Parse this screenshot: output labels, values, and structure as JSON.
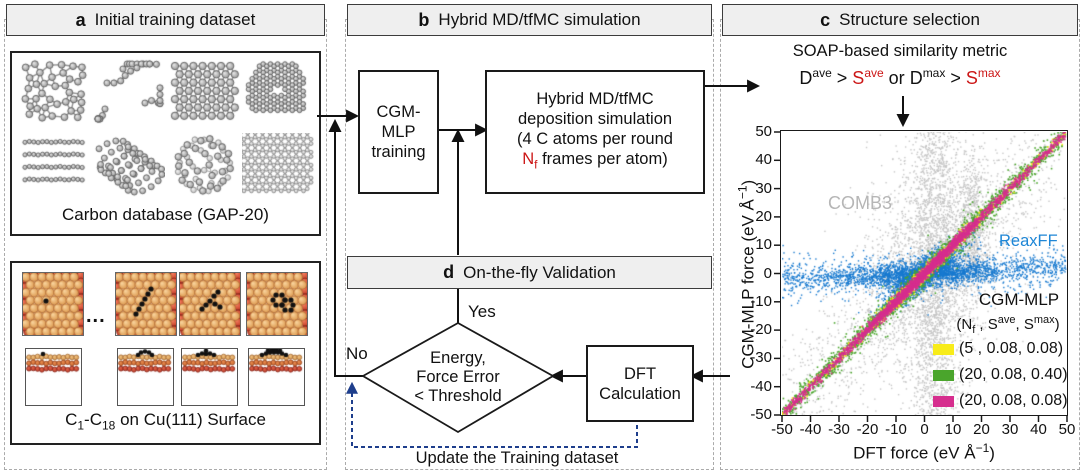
{
  "colors": {
    "red_text": "#cc1616",
    "navy_dashed": "#1e3e8c",
    "header_bg": "#efefef",
    "cu_tan": "#e8b36b",
    "cu_orange": "#de7d3e",
    "cu_red": "#cc4a33"
  },
  "panel_a": {
    "tag": "a",
    "title": "Initial training dataset",
    "carbon_box": {
      "caption": "Carbon database (GAP-20)",
      "structures": [
        "amorphous-carbon",
        "branched-chains",
        "diamond-lattice",
        "porous-ring",
        "linear-chains",
        "nanotube",
        "fullerene",
        "graphene-sheet"
      ]
    },
    "cu_box": {
      "ellipsis": "...",
      "adsorbates": [
        "monomer",
        "dimer-chain",
        "branched-cluster",
        "ring-cluster"
      ],
      "caption": {
        "c1": "C",
        "s1": "1",
        "mid": "-C",
        "s18": "18",
        "rest": " on Cu(111) Surface"
      }
    }
  },
  "panel_b": {
    "tag": "b",
    "title": "Hybrid MD/tfMC simulation",
    "cgm_box": {
      "l1": "CGM-",
      "l2": "MLP",
      "l3": "training"
    },
    "dep_box": {
      "l1": "Hybrid MD/tfMC",
      "l2": "deposition simulation",
      "l3": "(4 C atoms per round",
      "l4n": "N",
      "l4f": "f",
      "l4rest": " frames per atom)"
    },
    "d_tag": "d",
    "d_title": "On-the-fly Validation",
    "diamond": {
      "l1": "Energy,",
      "l2": "Force Error",
      "l3": "< Threshold"
    },
    "dft_box": {
      "l1": "DFT",
      "l2": "Calculation"
    },
    "yes": "Yes",
    "no": "No",
    "update_label": "Update the Training dataset"
  },
  "panel_c": {
    "tag": "c",
    "title": "Structure selection",
    "soap_label": "SOAP-based similarity metric",
    "formula": {
      "d1": "D",
      "sup1": "ave",
      "gt1": " > ",
      "s1": "S",
      "sup2": "ave",
      "or": " or ",
      "d2": "D",
      "sup3": "max",
      "gt2": " > ",
      "s2": "S",
      "sup4": "max"
    }
  },
  "chart_data": {
    "type": "scatter",
    "title": "",
    "xlabel": "DFT force (eV Å−1)",
    "ylabel": "CGM-MLP force (eV Å−1)",
    "xlabel_parts": {
      "pre": "DFT force (eV Å",
      "sup": "−1",
      "post": ")"
    },
    "ylabel_parts": {
      "pre": "CGM-MLP force (eV Å",
      "sup": "−1",
      "post": ")"
    },
    "xlim": [
      -50,
      50
    ],
    "ylim": [
      -50,
      50
    ],
    "xticks": [
      -50,
      -40,
      -30,
      -20,
      -10,
      0,
      10,
      20,
      30,
      40,
      50
    ],
    "yticks": [
      50,
      40,
      30,
      20,
      10,
      0,
      -10,
      -20,
      -30,
      -40,
      -50
    ],
    "grid": false,
    "series": [
      {
        "name": "COMB3",
        "color": "#c6c6c6",
        "label_color": "#b6b6b6",
        "n": 5200,
        "size": 1.4,
        "description": "reference potential, very broad scatter vs DFT force",
        "components": [
          {
            "w": 0.36,
            "mode": "xy",
            "x": [
              "n",
              3.5,
              4.5
            ],
            "y": [
              "u",
              -51,
              51
            ]
          },
          {
            "w": 0.13,
            "mode": "xy",
            "x": [
              "n",
              16.5,
              2.6
            ],
            "y": [
              "n",
              15,
              13
            ]
          },
          {
            "w": 0.27,
            "mode": "xy",
            "x": [
              "n",
              2,
              12
            ],
            "y": [
              "n",
              2,
              19
            ]
          },
          {
            "w": 0.24,
            "mode": "diag",
            "t": [
              "u",
              -49,
              49
            ],
            "sx": 7,
            "sy": 11
          }
        ]
      },
      {
        "name": "ReaxFF",
        "color": "#1779cf",
        "label_color": "#1e86d6",
        "n": 4200,
        "size": 1.4,
        "description": "reference potential, flat band near zero predicted force",
        "components": [
          {
            "w": 0.5,
            "mode": "tilt",
            "x": [
              "mix",
              [
                "n",
                0,
                13
              ],
              [
                "u",
                -50,
                50
              ],
              0.65
            ],
            "slope": 0.05,
            "sy": 2.0
          },
          {
            "w": 0.2,
            "mode": "tilt",
            "x": [
              "u",
              -50,
              50
            ],
            "slope": 0.03,
            "sy": 3.8
          },
          {
            "w": 0.3,
            "mode": "diag",
            "t": [
              "n",
              0,
              6.5
            ],
            "sx": 2,
            "ys": 0.75,
            "sy": 2.5
          }
        ]
      },
      {
        "name": "CGM-MLP (20, 0.08, 0.40)",
        "color": "#4aa52c",
        "n": 2300,
        "size": 1.6,
        "description": "tight diagonal y = x with moderate spread",
        "components": [
          {
            "w": 0.55,
            "mode": "diag",
            "t": [
              "u",
              -50,
              50
            ],
            "sy": 1.7
          },
          {
            "w": 0.37,
            "mode": "diag",
            "t": [
              "n",
              0,
              16
            ],
            "sy": 2.2
          },
          {
            "w": 0.08,
            "mode": "diag",
            "t": [
              "u",
              -45,
              45
            ],
            "sx": 0.5,
            "sy": 4.5
          }
        ]
      },
      {
        "name": "CGM-MLP (5, 0.08, 0.08)",
        "color": "#f8ec1a",
        "n": 1100,
        "size": 1.6,
        "description": "tight diagonal y = x",
        "components": [
          {
            "w": 0.7,
            "mode": "diag",
            "t": [
              "n",
              0,
              10
            ],
            "sy": 1.3
          },
          {
            "w": 0.3,
            "mode": "diag",
            "t": [
              "u",
              -50,
              50
            ],
            "sy": 1.1
          }
        ]
      },
      {
        "name": "CGM-MLP (20, 0.08, 0.08)",
        "color": "#d62e8e",
        "n": 3200,
        "size": 1.6,
        "description": "tightest diagonal y = x, plotted on top",
        "components": [
          {
            "w": 0.62,
            "mode": "diag",
            "t": [
              "n",
              0,
              11
            ],
            "sy": 1.0
          },
          {
            "w": 0.38,
            "mode": "diag",
            "t": [
              "u",
              -49.5,
              49.5
            ],
            "sy": 0.9
          }
        ]
      }
    ],
    "legend": {
      "position": "lower right inside plot",
      "title": "CGM-MLP",
      "subtitle_parts": {
        "p1": "(N",
        "sub": "f",
        "p2": " , S",
        "sup1": "ave",
        "p3": ", S",
        "sup2": "max",
        "p4": ")"
      },
      "entries": [
        {
          "color": "#f8ec1a",
          "label": "(5  , 0.08, 0.08)"
        },
        {
          "color": "#4aa52c",
          "label": "(20, 0.08, 0.40)"
        },
        {
          "color": "#d62e8e",
          "label": "(20, 0.08, 0.08)"
        }
      ]
    }
  }
}
